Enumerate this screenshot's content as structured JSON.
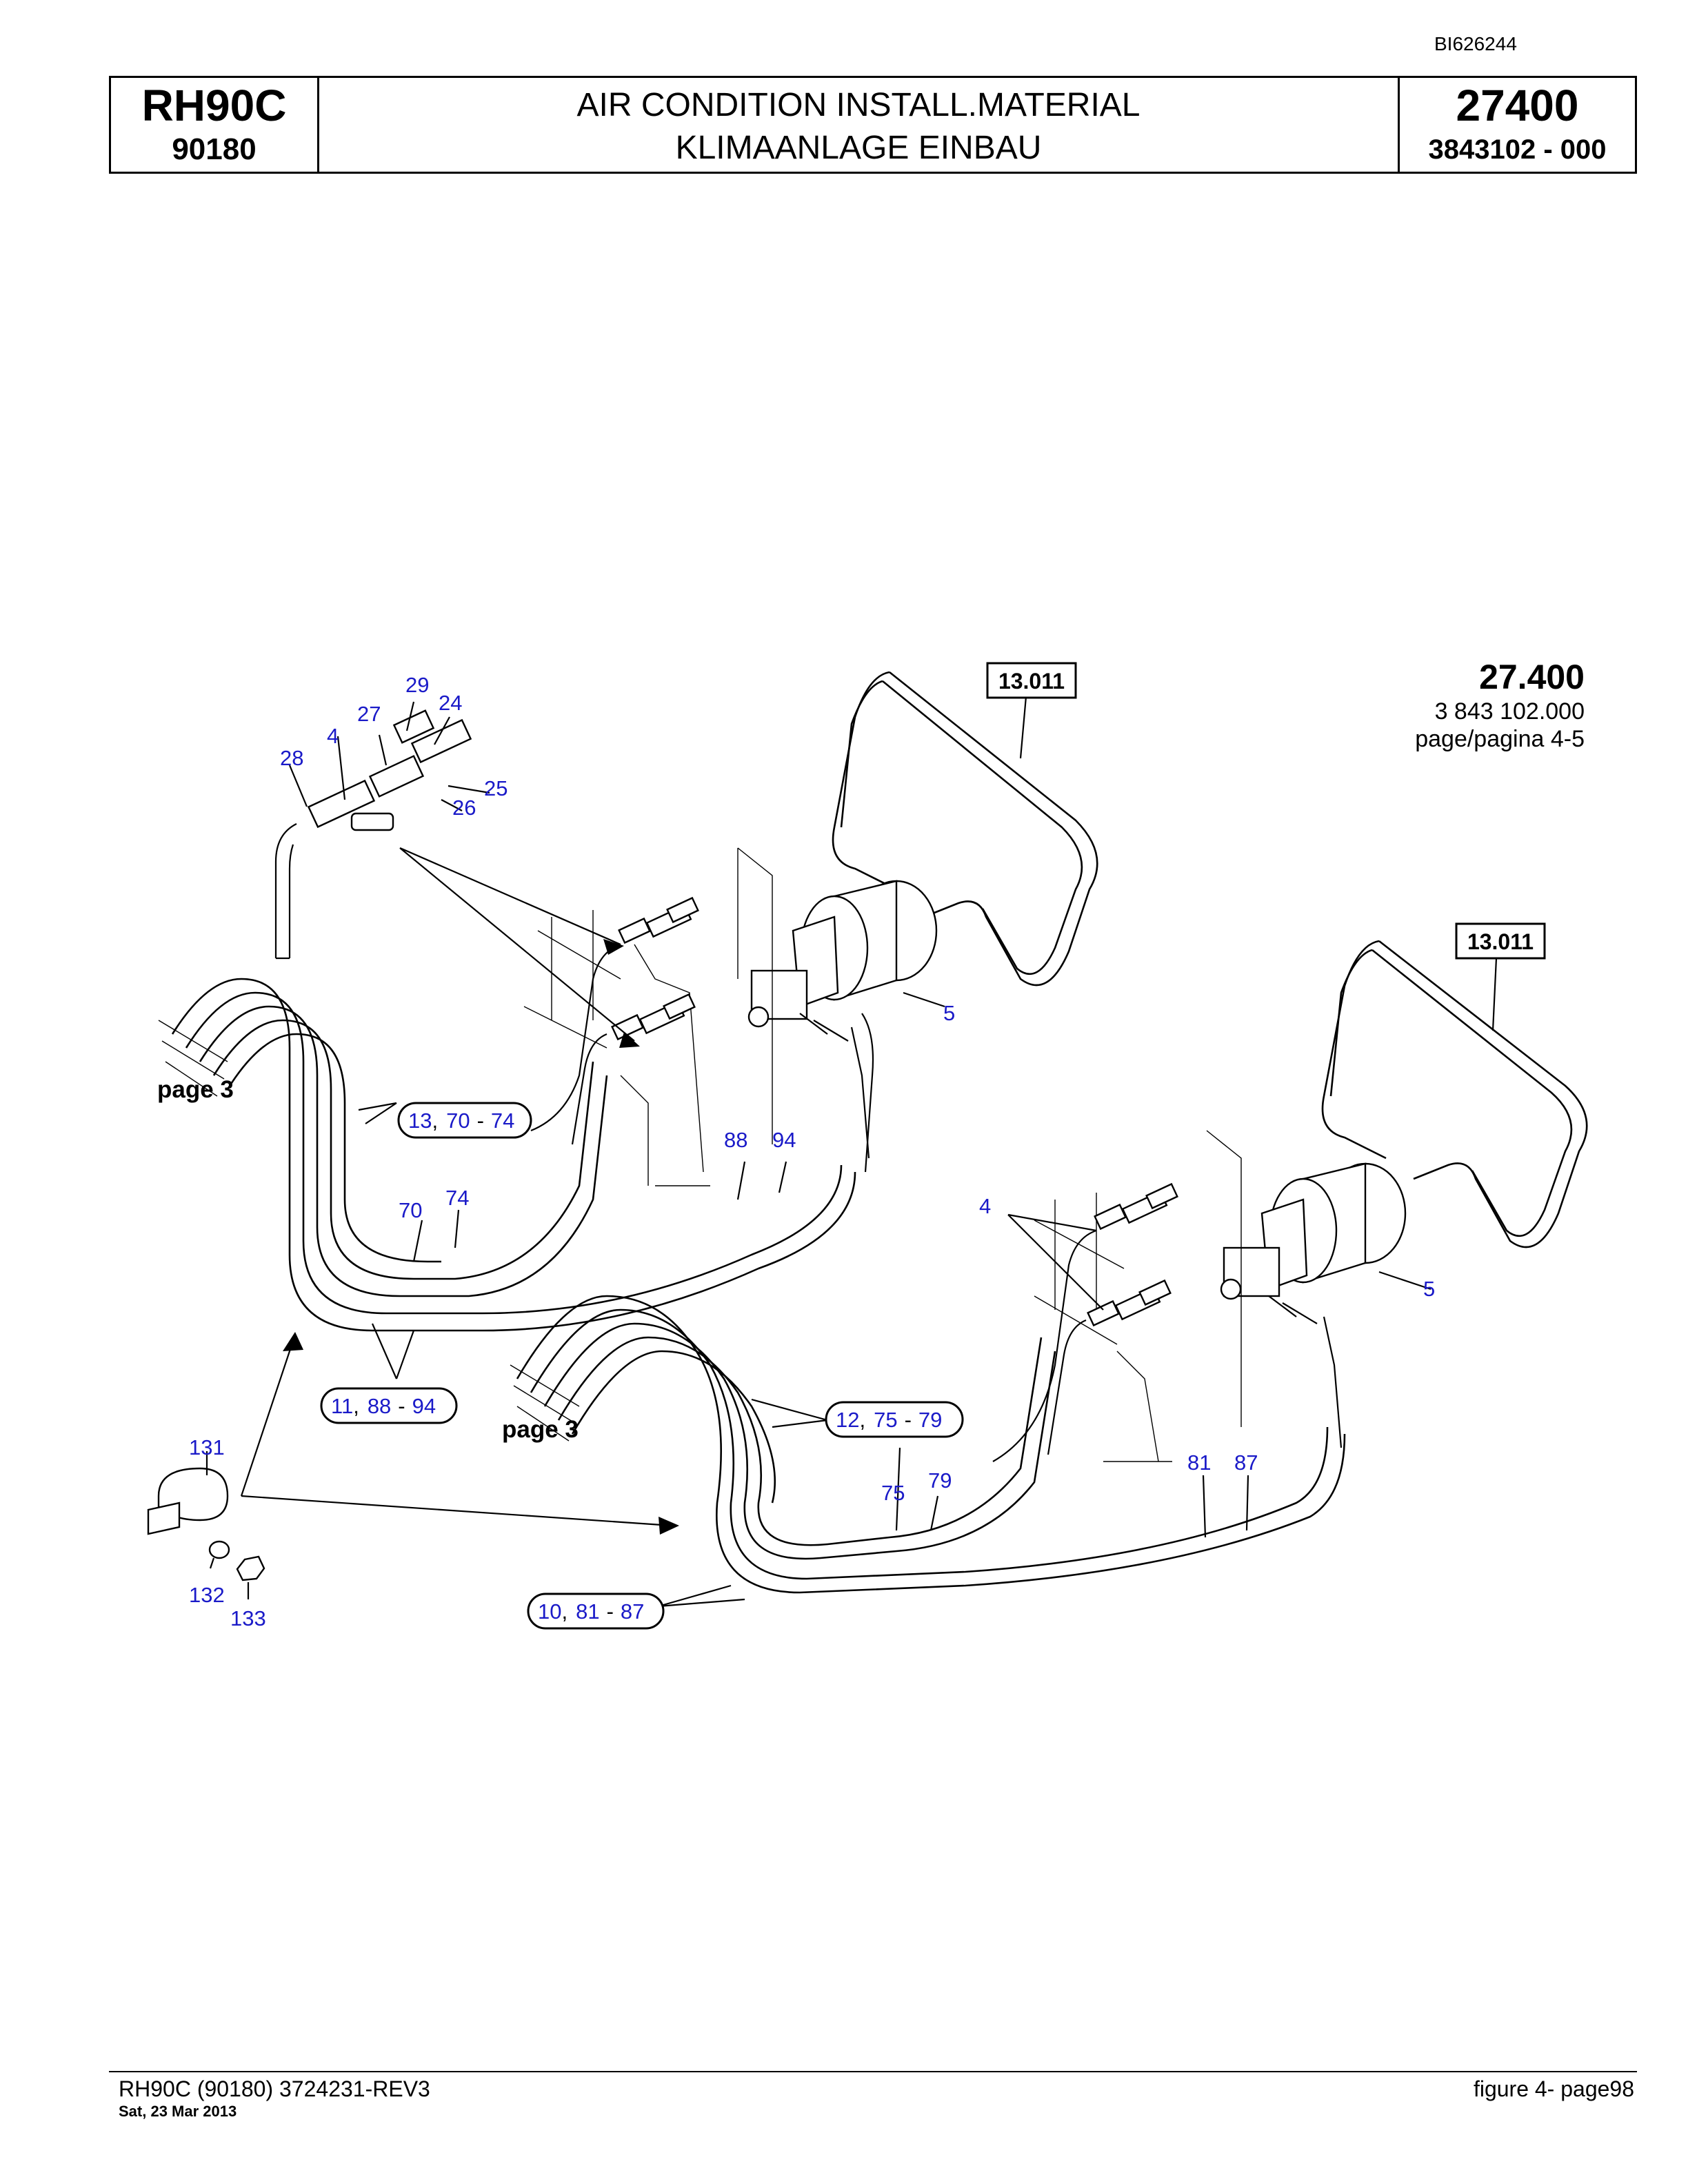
{
  "document_id": "BI626244",
  "header": {
    "model": "RH90C",
    "model_number": "90180",
    "title_en": "AIR CONDITION INSTALL.MATERIAL",
    "title_de": "KLIMAANLAGE EINBAU",
    "group": "27400",
    "part_number": "3843102 - 000"
  },
  "reference": {
    "group": "27.400",
    "part": "3 843 102.000",
    "page": "page/pagina 4-5"
  },
  "diagram": {
    "box_labels": [
      "13.011",
      "13.011"
    ],
    "page_refs": [
      "page 3",
      "page 3"
    ],
    "callouts": {
      "c29": "29",
      "c24": "24",
      "c27": "27",
      "c4a": "4",
      "c28": "28",
      "c25": "25",
      "c26": "26",
      "c5a": "5",
      "c88": "88",
      "c94": "94",
      "c70": "70",
      "c74": "74",
      "c4b": "4",
      "c5b": "5",
      "c131": "131",
      "c132": "132",
      "c133": "133",
      "c75": "75",
      "c79": "79",
      "c81": "81",
      "c87": "87"
    },
    "groups": {
      "g1": {
        "a": "13",
        "sep": ",",
        "b": "70",
        "dash": "-",
        "c": "74"
      },
      "g2": {
        "a": "11",
        "sep": ",",
        "b": "88",
        "dash": "-",
        "c": "94"
      },
      "g3": {
        "a": "12",
        "sep": ",",
        "b": "75",
        "dash": "-",
        "c": "79"
      },
      "g4": {
        "a": "10",
        "sep": ",",
        "b": "81",
        "dash": "-",
        "c": "87"
      }
    }
  },
  "footer": {
    "left": "RH90C (90180) 3724231-REV3",
    "date": "Sat, 23 Mar 2013",
    "right": "figure  4- page98"
  }
}
